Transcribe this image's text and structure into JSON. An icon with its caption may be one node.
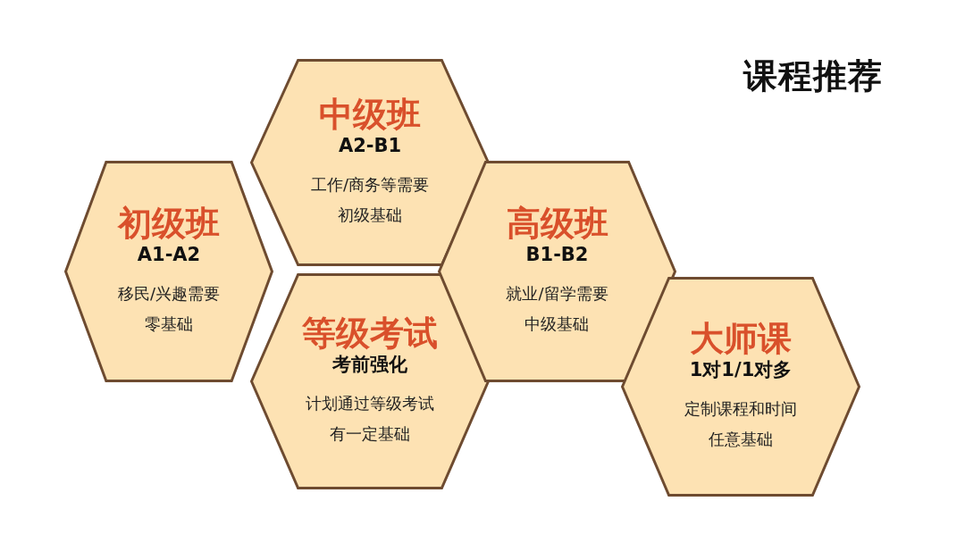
{
  "diagram": {
    "title": "课程推荐",
    "nodes": [
      {
        "text": [
          "初级班",
          "A1-A2",
          "移民/兴趣需要零基础"
        ]
      },
      {
        "text": [
          "中级班",
          "A2-B1",
          "工作/商务等需要初级基础"
        ]
      },
      {
        "text": [
          "等级考试",
          "考前强化",
          "计划通过等级考试有一定基础"
        ]
      },
      {
        "text": [
          "高级班",
          "B1-B2",
          "就业/留学需要中级基础"
        ]
      },
      {
        "text": [
          "大师课",
          "1对1/1对多",
          "定制课程和时间任意基础"
        ]
      }
    ],
    "edges": []
  }
}
